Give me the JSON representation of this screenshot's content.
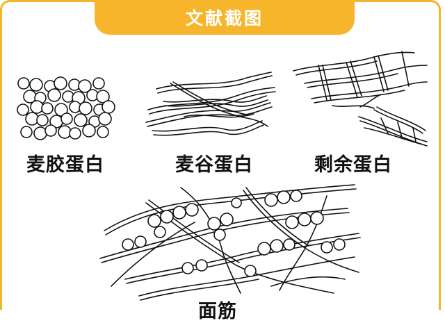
{
  "header": {
    "title": "文献截图"
  },
  "figures": [
    {
      "label": "麦胶蛋白"
    },
    {
      "label": "麦谷蛋白"
    },
    {
      "label": "剩余蛋白"
    },
    {
      "label": "面筋"
    }
  ],
  "colors": {
    "accent": "#F7B52B",
    "ink": "#111111",
    "background": "#ffffff"
  }
}
